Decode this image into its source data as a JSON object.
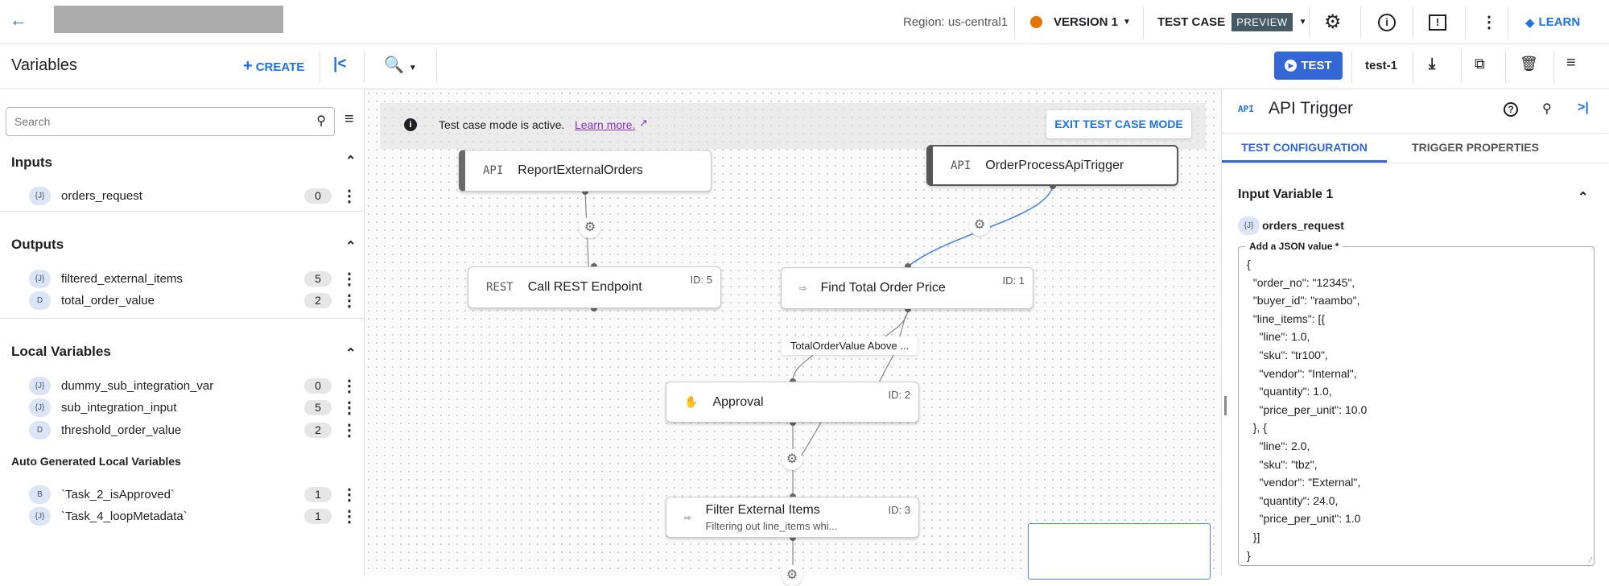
{
  "topbar": {
    "region": "Region: us-central1",
    "version": "VERSION 1",
    "test_case": "TEST CASE",
    "preview": "PREVIEW",
    "learn": "LEARN",
    "version_color": "#e37400"
  },
  "toolbar": {
    "variables_title": "Variables",
    "create": "CREATE",
    "test": "TEST",
    "test_name": "test-1"
  },
  "left": {
    "search_placeholder": "Search",
    "sections": [
      {
        "title": "Inputs",
        "items": [
          {
            "icon": "{J}",
            "name": "orders_request",
            "count": "0"
          }
        ]
      },
      {
        "title": "Outputs",
        "items": [
          {
            "icon": "{J}",
            "name": "filtered_external_items",
            "count": "5"
          },
          {
            "icon": "D",
            "name": "total_order_value",
            "count": "2"
          }
        ]
      },
      {
        "title": "Local Variables",
        "items": [
          {
            "icon": "{J}",
            "name": "dummy_sub_integration_var",
            "count": "0"
          },
          {
            "icon": "{J}",
            "name": "sub_integration_input",
            "count": "5"
          },
          {
            "icon": "D",
            "name": "threshold_order_value",
            "count": "2"
          }
        ]
      },
      {
        "title": "Auto Generated Local Variables",
        "items": [
          {
            "icon": "B",
            "name": "`Task_2_isApproved`",
            "count": "1"
          },
          {
            "icon": "{J}",
            "name": "`Task_4_loopMetadata`",
            "count": "1"
          }
        ]
      }
    ]
  },
  "banner": {
    "text": "Test case mode is active.",
    "link": "Learn more.",
    "exit": "EXIT TEST CASE MODE"
  },
  "nodes": {
    "report": {
      "icon": "API",
      "name": "ReportExternalOrders"
    },
    "order": {
      "icon": "API",
      "name": "OrderProcessApiTrigger"
    },
    "rest": {
      "icon": "REST",
      "name": "Call REST Endpoint",
      "id": "ID: 5"
    },
    "find": {
      "name": "Find Total Order Price",
      "id": "ID: 1"
    },
    "approval": {
      "name": "Approval",
      "id": "ID: 2"
    },
    "filter": {
      "name": "Filter External Items",
      "sub": "Filtering out line_items whi...",
      "id": "ID: 3"
    },
    "edge_label": "TotalOrderValue Above ..."
  },
  "right": {
    "icon": "API",
    "title": "API Trigger",
    "tabs": [
      "TEST CONFIGURATION",
      "TRIGGER PROPERTIES"
    ],
    "section": "Input Variable 1",
    "var_icon": "{J}",
    "var_name": "orders_request",
    "field_label": "Add a JSON value *",
    "json": "{\n  \"order_no\": \"12345\",\n  \"buyer_id\": \"raambo\",\n  \"line_items\": [{\n    \"line\": 1.0,\n    \"sku\": \"tr100\",\n    \"vendor\": \"Internal\",\n    \"quantity\": 1.0,\n    \"price_per_unit\": 10.0\n  }, {\n    \"line\": 2.0,\n    \"sku\": \"tbz\",\n    \"vendor\": \"External\",\n    \"quantity\": 24.0,\n    \"price_per_unit\": 1.0\n  }]\n}"
  }
}
